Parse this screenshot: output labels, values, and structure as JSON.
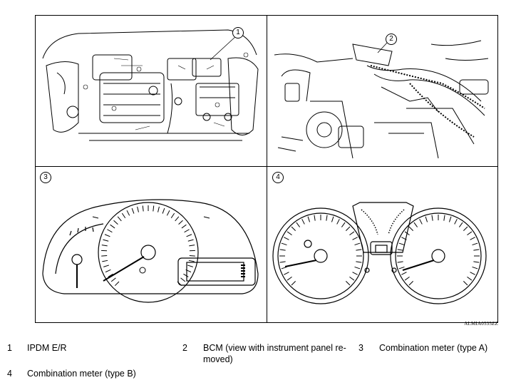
{
  "figure": {
    "id": "ALMIA0535ZZ",
    "callouts": [
      "1",
      "2",
      "3",
      "4"
    ]
  },
  "legend": [
    {
      "num": "1",
      "text": "IPDM E/R"
    },
    {
      "num": "2",
      "text": "BCM (view with instrument panel re-moved)"
    },
    {
      "num": "3",
      "text": "Combination meter (type A)"
    },
    {
      "num": "4",
      "text": "Combination meter (type B)"
    }
  ],
  "legend_display": {
    "item2_line1": "BCM (view with instrument panel re-",
    "item2_line2": "moved)"
  }
}
